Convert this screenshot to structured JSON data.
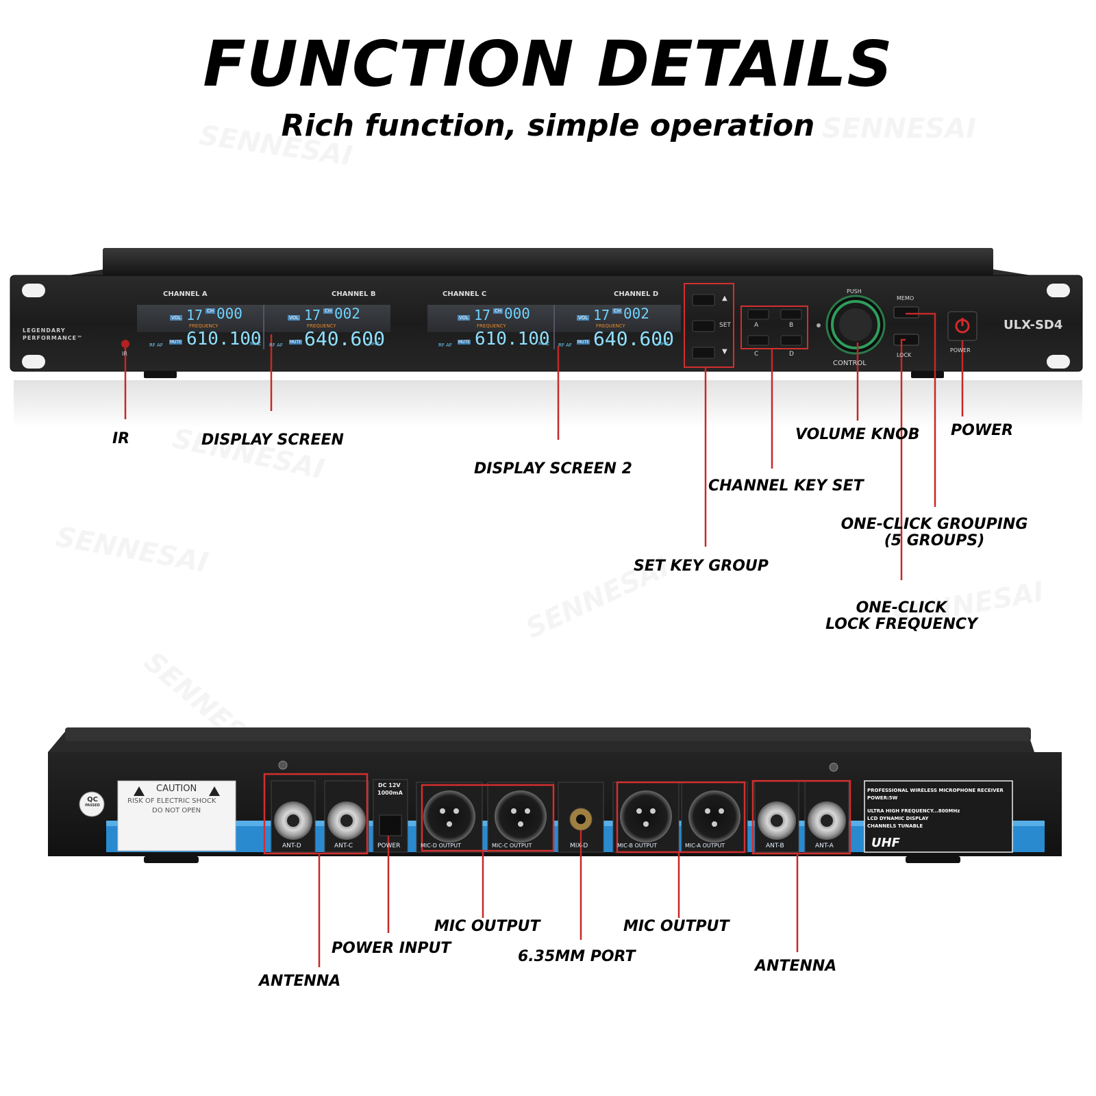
{
  "title": "FUNCTION DETAILS",
  "subtitle": "Rich function, simple operation",
  "watermark": "SENNESAI",
  "accent_color": "#d32f2f",
  "front_panel": {
    "brand_line1": "LEGENDARY",
    "brand_line2": "PERFORMANCE™",
    "model": "ULX-SD4",
    "ir_label": "IR",
    "channels": [
      {
        "name": "CHANNEL A",
        "vol": "17",
        "ch": "000",
        "freq": "610.100",
        "unit": "MHZ"
      },
      {
        "name": "CHANNEL B",
        "vol": "17",
        "ch": "002",
        "freq": "640.600",
        "unit": "MHZ"
      },
      {
        "name": "CHANNEL C",
        "vol": "17",
        "ch": "000",
        "freq": "610.100",
        "unit": "MHZ"
      },
      {
        "name": "CHANNEL D",
        "vol": "17",
        "ch": "002",
        "freq": "640.600",
        "unit": "MHZ"
      }
    ],
    "lcd_labels": {
      "vol": "VOL",
      "ch": "CH",
      "frequency": "FREQUENCY",
      "mute": "MUTE",
      "rf": "RF",
      "af": "AF"
    },
    "set_keys": {
      "up": "▲",
      "set": "SET",
      "down": "▼"
    },
    "channel_keys": [
      "A",
      "B",
      "C",
      "D"
    ],
    "knob_push": "PUSH",
    "knob_label": "CONTROL",
    "memo_label": "MEMO",
    "lock_label": "LOCK",
    "power_label": "POWER"
  },
  "front_callouts": {
    "ir": "IR",
    "display_screen": "DISPLAY SCREEN",
    "display_screen_2": "DISPLAY SCREEN 2",
    "volume_knob": "VOLUME KNOB",
    "power": "POWER",
    "channel_key_set": "CHANNEL KEY SET",
    "one_click_grouping_1": "ONE-CLICK GROUPING",
    "one_click_grouping_2": "(5 GROUPS)",
    "set_key_group": "SET KEY GROUP",
    "one_click_lock_1": "ONE-CLICK",
    "one_click_lock_2": "LOCK FREQUENCY"
  },
  "rear_panel": {
    "qc_1": "QC",
    "qc_2": "PASSED",
    "caution_title": "CAUTION",
    "caution_line1": "RISK OF ELECTRIC SHOCK",
    "caution_line2": "DO NOT OPEN",
    "power_spec_1": "DC 12V",
    "power_spec_2": "1000mA",
    "ports": [
      "ANT-D",
      "ANT-C",
      "POWER",
      "MIC-D OUTPUT",
      "MIC-C OUTPUT",
      "MIX-D",
      "MIC-B OUTPUT",
      "MIC-A OUTPUT",
      "ANT-B",
      "ANT-A"
    ],
    "info_1": "PROFESSIONAL WIRELESS MICROPHONE RECEIVER",
    "info_2": "POWER:5W",
    "info_3": "ULTRA HIGH FREQUENCY...800MHz",
    "info_4": "LCD DYNAMIC DISPLAY",
    "info_5": "CHANNELS TUNABLE",
    "band": "UHF"
  },
  "rear_callouts": {
    "antenna_left": "ANTENNA",
    "power_input": "POWER INPUT",
    "mic_output_left": "MIC OUTPUT",
    "port_635": "6.35MM PORT",
    "mic_output_right": "MIC OUTPUT",
    "antenna_right": "ANTENNA"
  }
}
